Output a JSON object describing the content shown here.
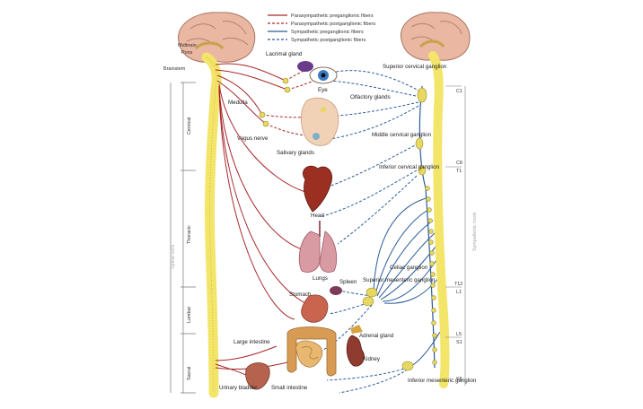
{
  "legend": [
    {
      "label": "Parasympathetic preganglionic fibers",
      "color": "#a8282b",
      "style": "solid"
    },
    {
      "label": "Parasympathetic postganglionic fibers",
      "color": "#a8282b",
      "style": "dashed"
    },
    {
      "label": "Sympathetic preganglionic fibers",
      "color": "#2b5b9a",
      "style": "solid"
    },
    {
      "label": "Sympathetic postganglionic fibers",
      "color": "#2b5b9a",
      "style": "dashed"
    }
  ],
  "left_labels": {
    "midbrain": "Midbrain",
    "pons": "Pons",
    "brainstem": "Brainstem",
    "medulla": "Medulla",
    "vagus": "Vagus nerve",
    "cervical": "Cervical",
    "thoracic": "Thoracic",
    "lumbar": "Lumbar",
    "sacral": "Sacral",
    "spinal_cord": "Spinal cord"
  },
  "organ_labels": {
    "lacrimal": "Lacrimal gland",
    "eye": "Eye",
    "olfactory": "Olfactory glands",
    "salivary": "Salivary glands",
    "heart": "Heart",
    "lungs": "Lungs",
    "spleen": "Spleen",
    "stomach": "Stomach",
    "adrenal": "Adrenal gland",
    "kidney": "Kidney",
    "large_intestine": "Large intestine",
    "urinary_bladder": "Urinary bladder",
    "small_intestine": "Small intestine"
  },
  "ganglia_labels": {
    "superior_cervical": "Superior cervical ganglion",
    "middle_cervical": "Middle cervical ganglion",
    "inferior_cervical": "Inferior cervical ganglion",
    "celiac": "Celiac ganglion",
    "superior_mesenteric": "Superior mesenteric ganglion",
    "inferior_mesenteric": "Inferior mesenteric ganglion"
  },
  "segments": {
    "c1": "C1",
    "c8": "C8",
    "t1": "T1",
    "t12": "T12",
    "l1": "L1",
    "l5": "L5",
    "s1": "S1",
    "s5": "S5"
  },
  "sympathetic_trunk": "Sympathetic trunk",
  "colors": {
    "parasympathetic": "#a8282b",
    "sympathetic": "#2b5b9a",
    "spinal_cord": "#f3e56a",
    "ganglion": "#e6d860"
  }
}
